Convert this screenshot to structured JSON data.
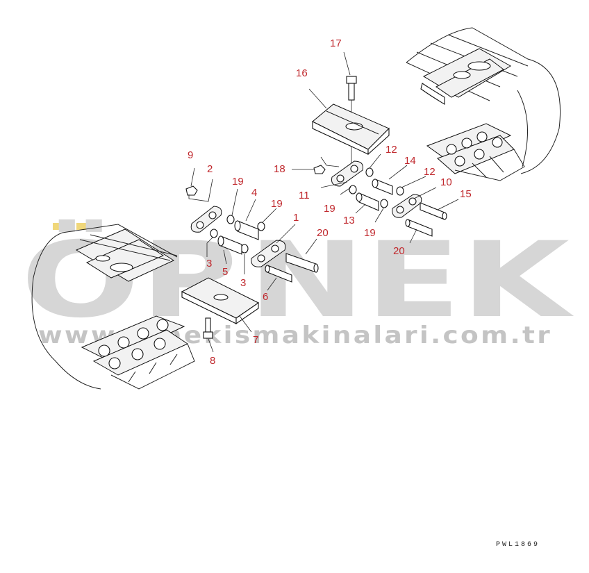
{
  "watermark": {
    "brand": "ÖRNEK",
    "url": "www.ornekismakinalari.com.tr",
    "accent_color": "#f0d77a"
  },
  "drawing_code": "PWL1869",
  "callouts": [
    {
      "id": "c17",
      "label": "17"
    },
    {
      "id": "c16",
      "label": "16"
    },
    {
      "id": "c9",
      "label": "9"
    },
    {
      "id": "c2",
      "label": "2"
    },
    {
      "id": "c18",
      "label": "18"
    },
    {
      "id": "c12a",
      "label": "12"
    },
    {
      "id": "c14",
      "label": "14"
    },
    {
      "id": "c12b",
      "label": "12"
    },
    {
      "id": "c10",
      "label": "10"
    },
    {
      "id": "c15",
      "label": "15"
    },
    {
      "id": "c19a",
      "label": "19"
    },
    {
      "id": "c4",
      "label": "4"
    },
    {
      "id": "c19b",
      "label": "19"
    },
    {
      "id": "c11",
      "label": "11"
    },
    {
      "id": "c19c",
      "label": "19"
    },
    {
      "id": "c13",
      "label": "13"
    },
    {
      "id": "c19d",
      "label": "19"
    },
    {
      "id": "c1",
      "label": "1"
    },
    {
      "id": "c20a",
      "label": "20"
    },
    {
      "id": "c20b",
      "label": "20"
    },
    {
      "id": "c3a",
      "label": "3"
    },
    {
      "id": "c5",
      "label": "5"
    },
    {
      "id": "c3b",
      "label": "3"
    },
    {
      "id": "c6",
      "label": "6"
    },
    {
      "id": "c7",
      "label": "7"
    },
    {
      "id": "c8",
      "label": "8"
    }
  ]
}
